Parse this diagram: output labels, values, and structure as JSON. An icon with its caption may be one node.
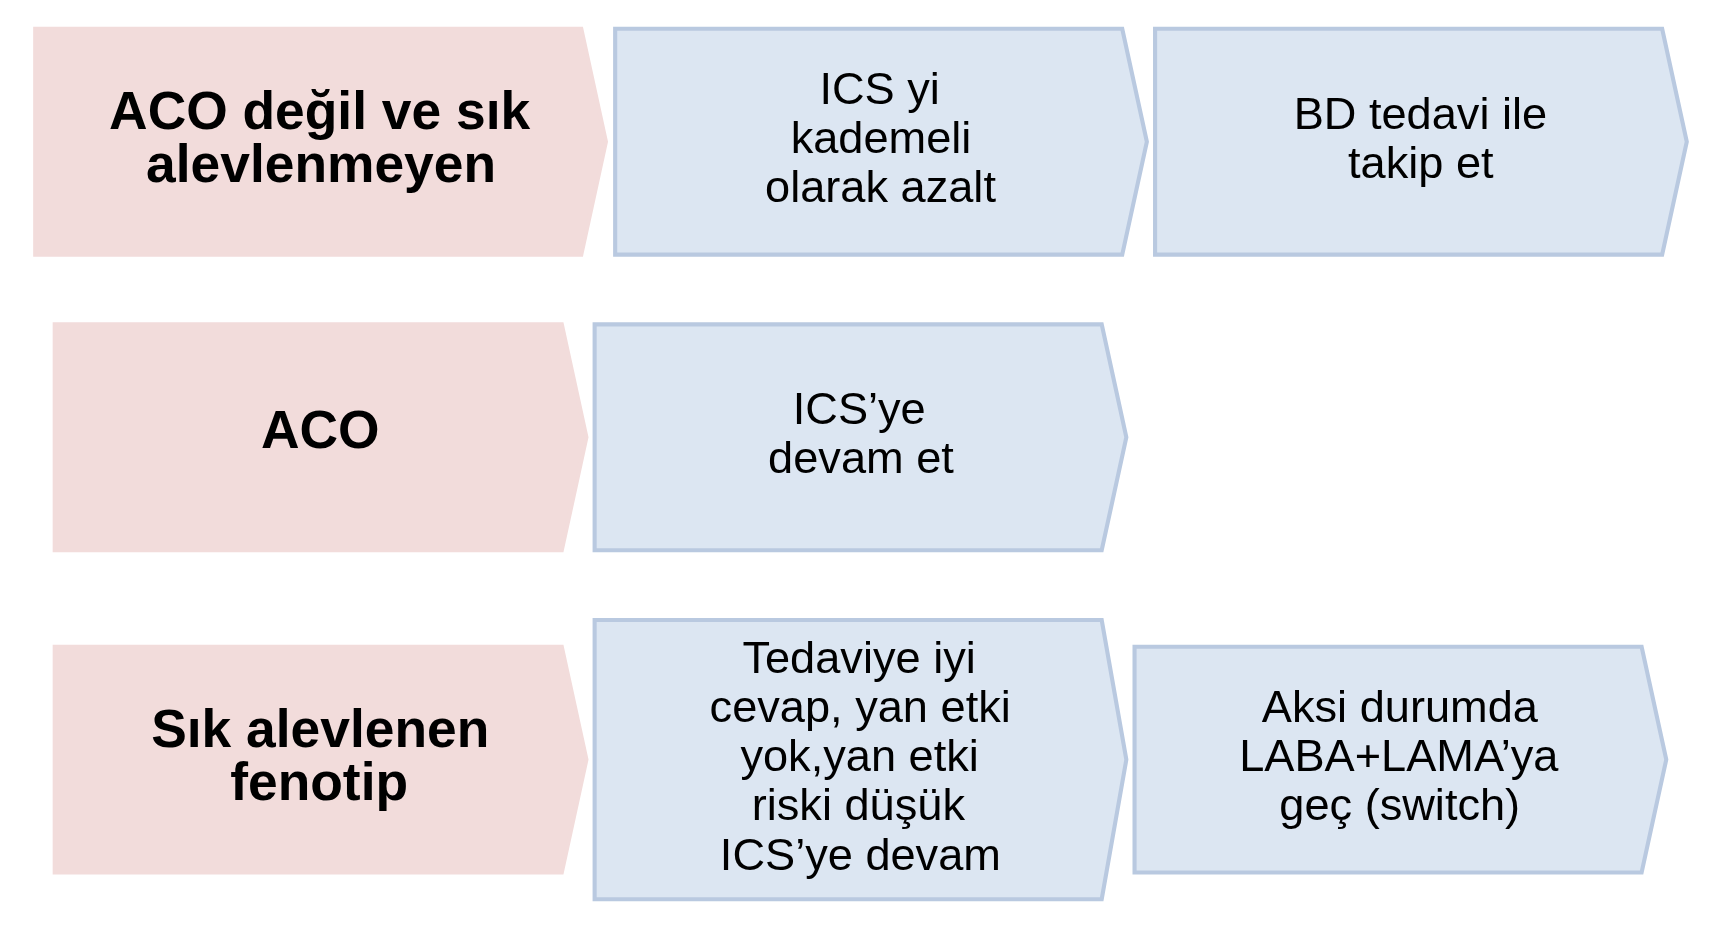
{
  "diagram": {
    "nodes": [
      {
        "text": [
          "ACO değil ve sık alevlenmeyen"
        ]
      },
      {
        "text": [
          "ICS yi kademeli olarak azalt"
        ]
      },
      {
        "text": [
          "BD tedavi ile takip et"
        ]
      },
      {
        "text": [
          "ACO"
        ]
      },
      {
        "text": [
          "ICS’ye devam et"
        ]
      },
      {
        "text": [
          "Sık alevlenen fenotip"
        ]
      },
      {
        "text": [
          "Tedaviye iyi cevap, yan etki yok,yan etki riski düşük ICS’ye devam"
        ]
      },
      {
        "text": [
          "Aksi durumda LABA+LAMA’ya geç (switch)"
        ]
      }
    ]
  }
}
